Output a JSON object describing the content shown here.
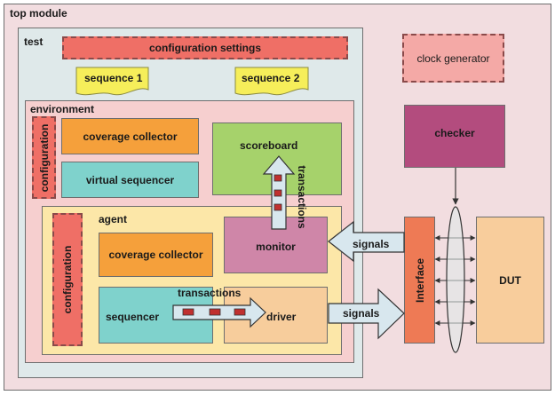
{
  "top_module": {
    "label": "top module"
  },
  "test": {
    "label": "test"
  },
  "configuration_settings": {
    "label": "configuration settings"
  },
  "clock_generator": {
    "label": "clock generator"
  },
  "sequence_1": {
    "label": "sequence 1"
  },
  "sequence_2": {
    "label": "sequence 2"
  },
  "environment": {
    "label": "environment",
    "configuration": "configuration",
    "coverage_collector": "coverage collector",
    "virtual_sequencer": "virtual sequencer",
    "scoreboard": "scoreboard",
    "transactions": "transactions"
  },
  "agent": {
    "label": "agent",
    "configuration": "configuration",
    "coverage_collector": "coverage collector",
    "sequencer": "sequencer",
    "monitor": "monitor",
    "driver": "driver",
    "transactions": "transactions"
  },
  "checker": {
    "label": "checker"
  },
  "interface": {
    "label": "Interface"
  },
  "dut": {
    "label": "DUT"
  },
  "signals_in": {
    "label": "signals"
  },
  "signals_out": {
    "label": "signals"
  },
  "colors": {
    "top_module_bg": "#f2dde0",
    "test_bg": "#dfe9ea",
    "environment_bg": "#f6cfcf",
    "agent_bg": "#fce7a8",
    "config_settings": "#ef6f66",
    "sequence_tab": "#f6ee5a",
    "coverage_collector": "#f5a03b",
    "virtual_sequencer": "#7fd2cc",
    "scoreboard": "#a6d26b",
    "monitor": "#cf86a8",
    "driver": "#f7cd9c",
    "checker": "#b34c7e",
    "interface": "#ee7a55",
    "dut": "#f8cd9c",
    "arrow_fill": "#d8e7ee",
    "transaction_token": "#c0302f"
  }
}
